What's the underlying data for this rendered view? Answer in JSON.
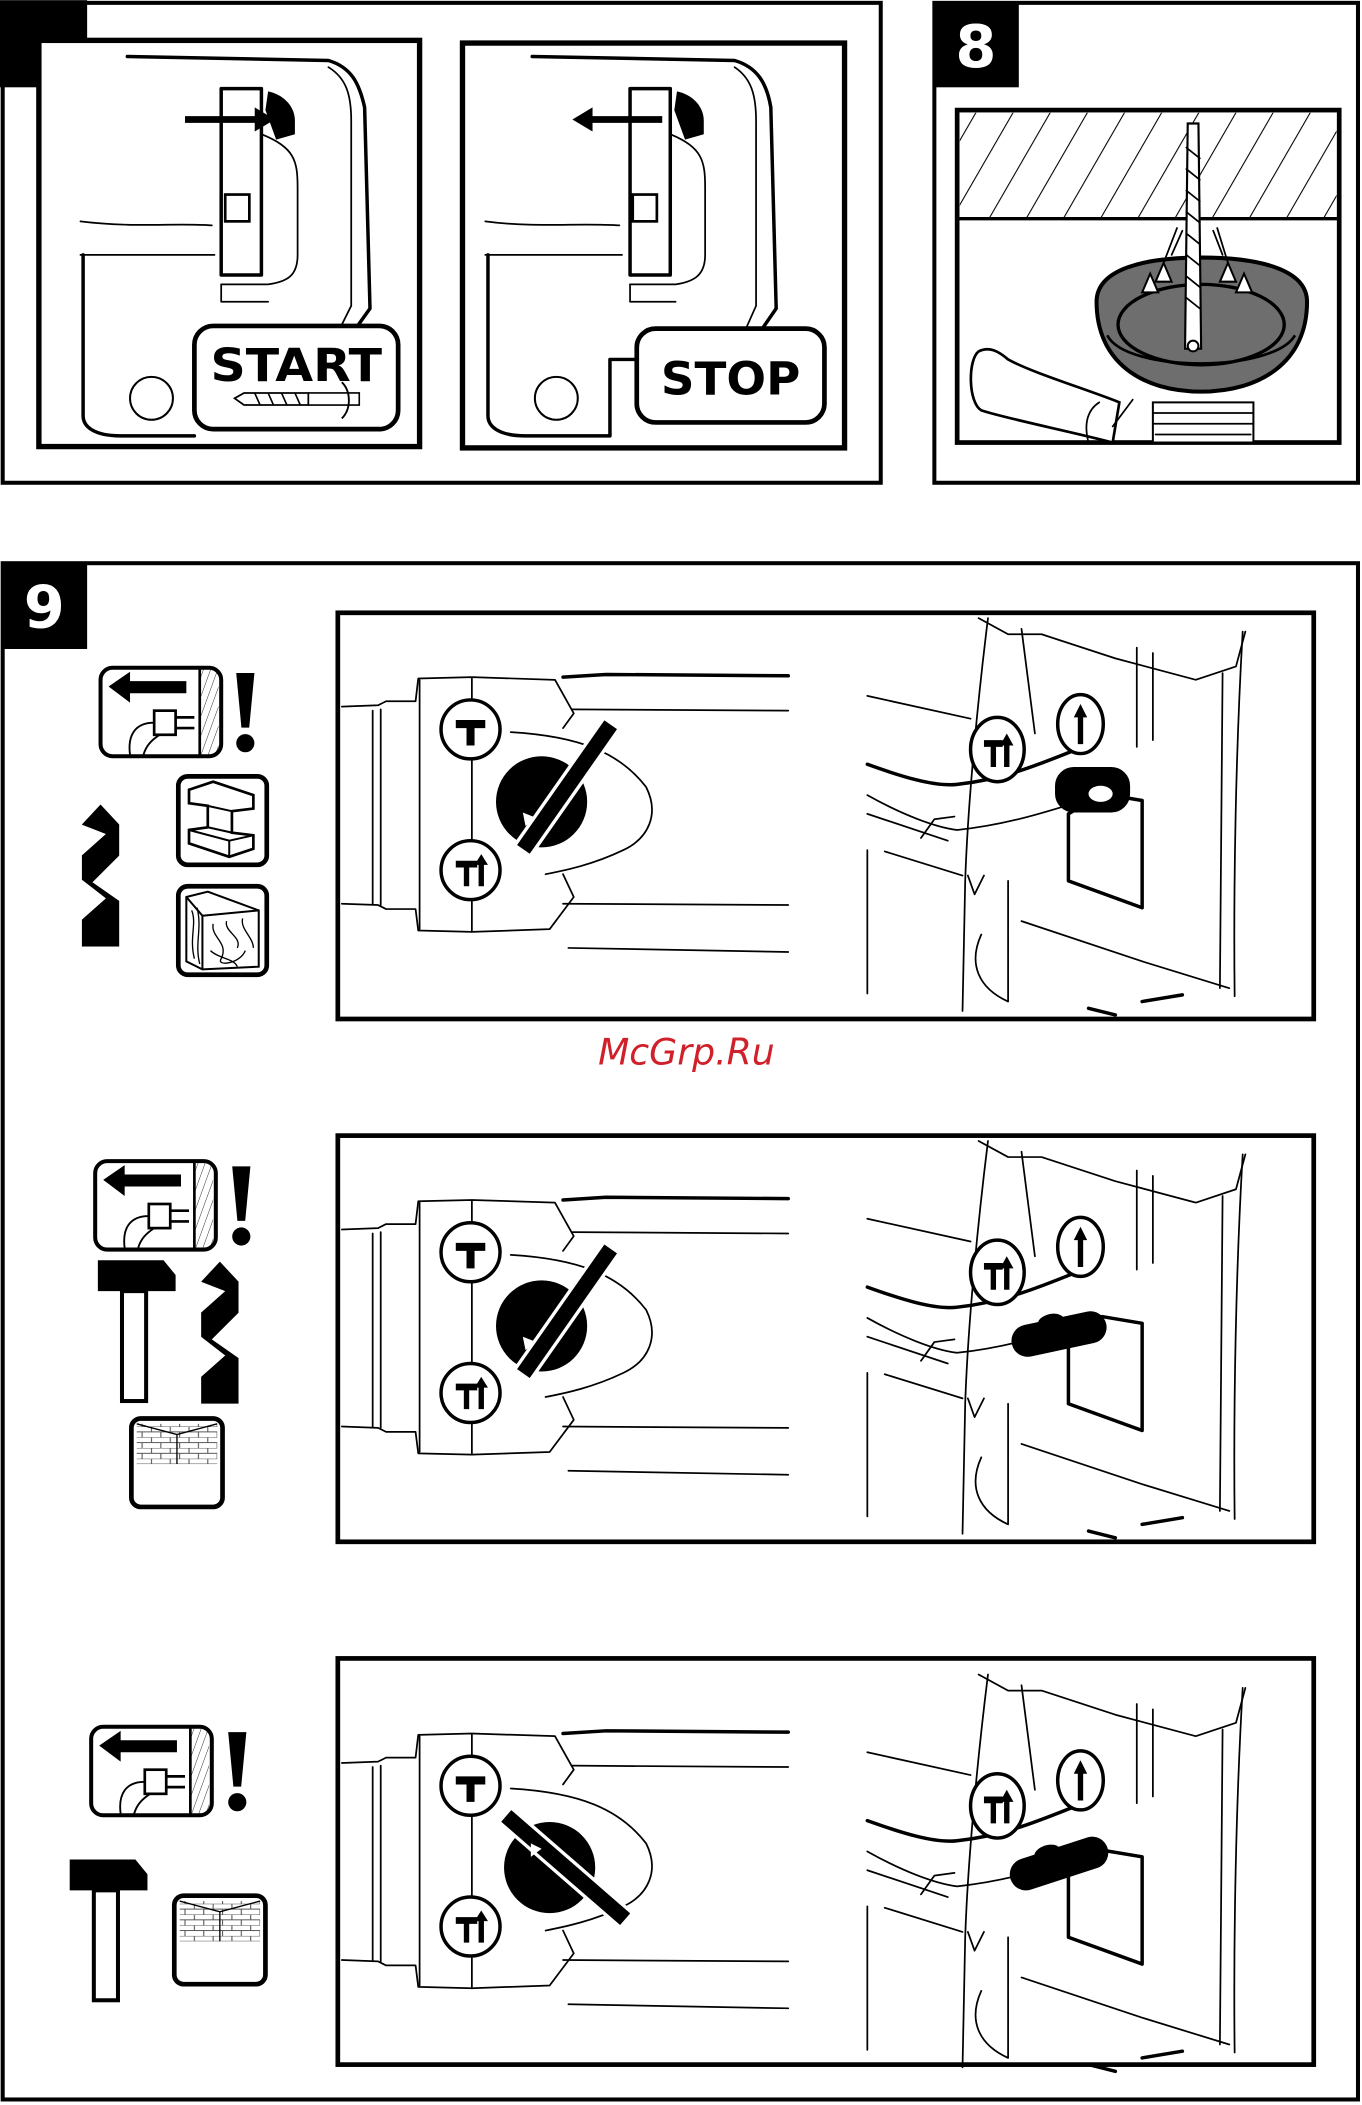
{
  "panels": {
    "step7": {
      "tab_label": "",
      "start_label": "START",
      "stop_label": "STOP"
    },
    "step8": {
      "tab_label": "8"
    },
    "step9": {
      "tab_label": "9"
    }
  },
  "watermark": {
    "text": "McGrp.Ru"
  },
  "colors": {
    "ink": "#000000",
    "watermark": "#d0202a",
    "dust_cup": "#6e6e6e"
  },
  "modes": [
    {
      "name": "drilling",
      "icons": [
        "unplug-icon",
        "warning-icon",
        "drill-bit-icon",
        "steel-icon",
        "wood-icon"
      ]
    },
    {
      "name": "hammer-drilling",
      "icons": [
        "unplug-icon",
        "warning-icon",
        "hammer-icon",
        "drill-bit-icon",
        "masonry-icon"
      ]
    },
    {
      "name": "chiselling",
      "icons": [
        "unplug-icon",
        "warning-icon",
        "hammer-icon",
        "masonry-icon"
      ]
    }
  ]
}
